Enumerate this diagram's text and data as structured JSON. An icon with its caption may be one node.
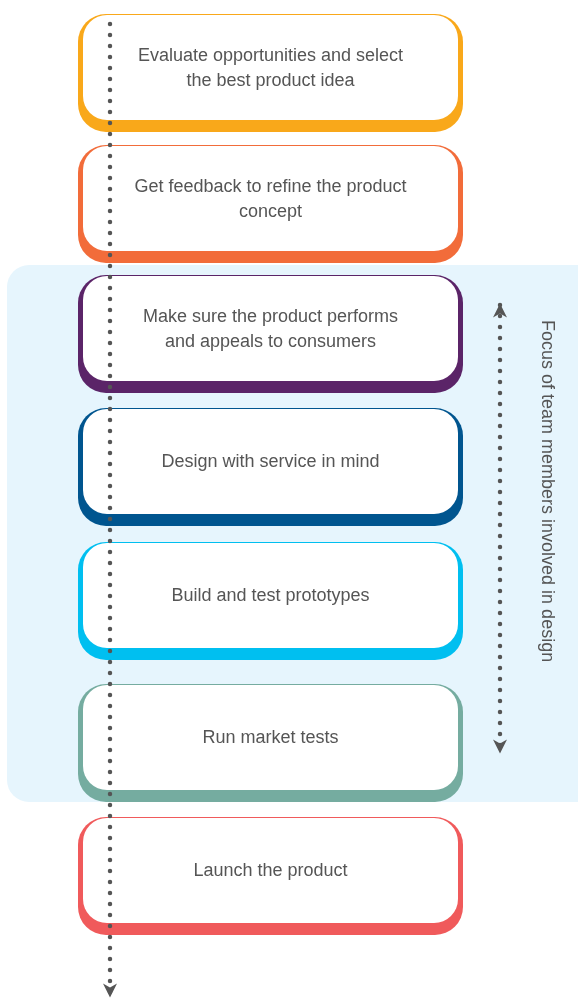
{
  "diagram": {
    "nodes": [
      {
        "text": [
          "Evaluate opportunities and select the best product idea"
        ]
      },
      {
        "text": [
          "Get feedback to refine the product concept"
        ]
      },
      {
        "text": [
          "Focus of team members involved in design"
        ]
      },
      {
        "text": [
          "Make sure the product performs and appeals to consumers"
        ],
        "in": 2
      },
      {
        "text": [
          "Design with service in mind"
        ],
        "in": 2
      },
      {
        "text": [
          "Build and test prototypes"
        ],
        "in": 2
      },
      {
        "text": [
          "Run market tests"
        ],
        "in": 2
      },
      {
        "text": [
          "Launch the product"
        ]
      }
    ]
  }
}
